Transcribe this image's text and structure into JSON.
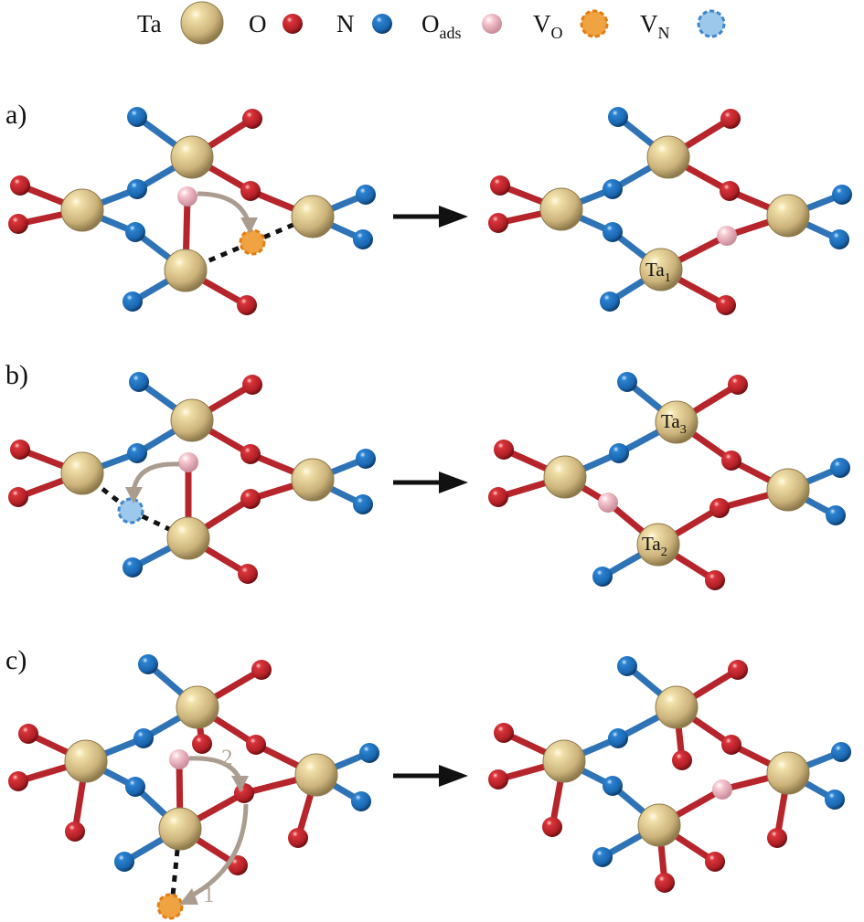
{
  "legend": {
    "ta": "Ta",
    "o": "O",
    "n": "N",
    "o_ads_main": "O",
    "o_ads_sub": "ads",
    "v_o_main": "V",
    "v_o_sub": "O",
    "v_n_main": "V",
    "v_n_sub": "N"
  },
  "panels": {
    "a": {
      "label": "a)",
      "ta_label_main": "Ta",
      "ta_label_sub": "1"
    },
    "b": {
      "label": "b)",
      "ta_top_main": "Ta",
      "ta_top_sub": "3",
      "ta_bottom_main": "Ta",
      "ta_bottom_sub": "2"
    },
    "c": {
      "label": "c)",
      "step_1": "1",
      "step_2": "2"
    }
  },
  "colors": {
    "ta": "#d9c38c",
    "oxygen": "#c1272d",
    "nitrogen": "#1f6fb8",
    "o_ads": "#f3b6c2",
    "v_o": "#f0a341",
    "v_n": "#9cc8ec",
    "migration_arrow": "#aa9c8e"
  }
}
